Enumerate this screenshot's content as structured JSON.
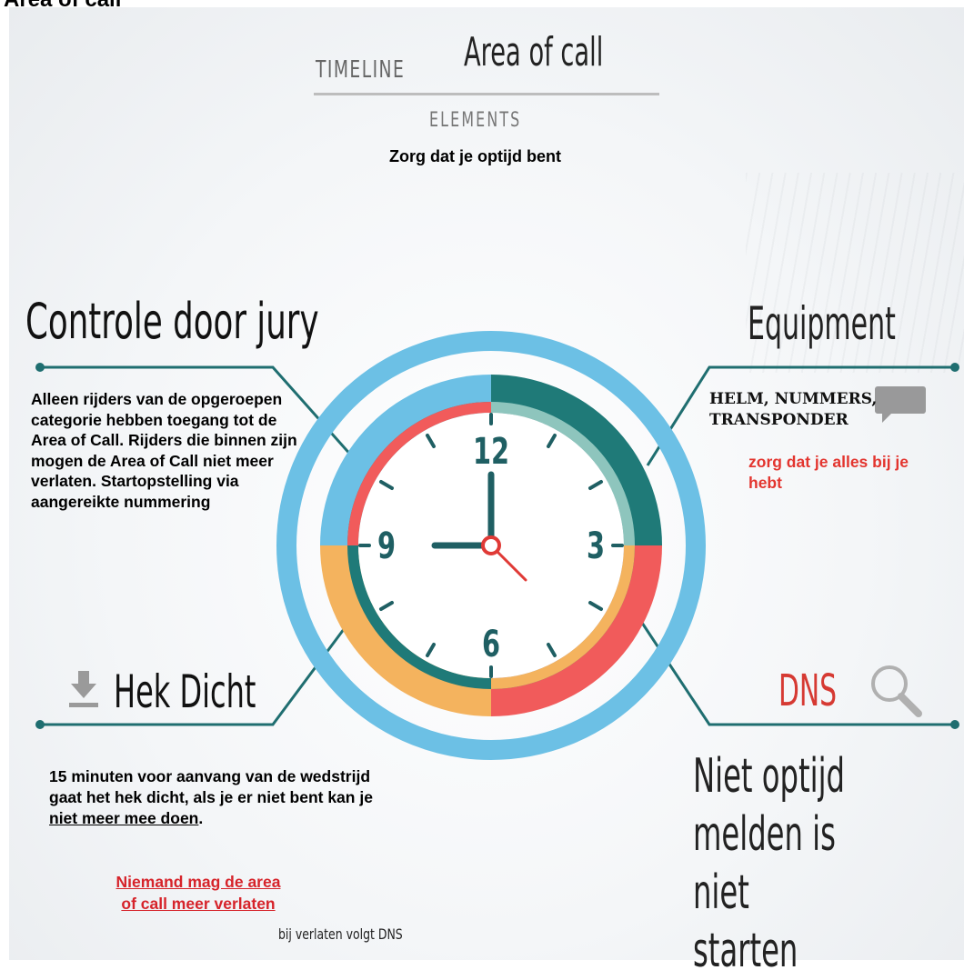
{
  "page_label": "Area of call",
  "header": {
    "timeline": "TIMELINE",
    "title": "Area of call",
    "elements": "ELEMENTS",
    "subtitle": "Zorg dat je optijd bent"
  },
  "sections": {
    "controle": {
      "heading": "Controle door jury",
      "text": "Alleen rijders van de opgeroepen categorie hebben toegang tot de Area of Call. Rijders die binnen zijn mogen de Area of Call niet meer verlaten. Startopstelling via aangereikte nummering"
    },
    "equipment": {
      "heading": "Equipment",
      "items": "HELM, NUMMERS, TRANSPONDER",
      "note": "zorg dat je alles bij je hebt"
    },
    "hek": {
      "heading": "Hek Dicht",
      "text_part1": "15 minuten voor aanvang van de wedstrijd gaat het hek dicht, als je er niet bent kan je",
      "text_underlined": " niet meer mee doen",
      "text_end": ".",
      "warning": "Niemand mag de area of call meer verlaten",
      "warning_note": "bij verlaten volgt DNS"
    },
    "dns": {
      "heading": "DNS",
      "text": "Niet optijd\nmelden is niet\nstarten"
    }
  },
  "clock": {
    "numbers": [
      "12",
      "3",
      "6",
      "9"
    ],
    "time_shown": "9:00"
  },
  "icons": [
    "download-arrow-icon",
    "magnifier-icon",
    "chat-bubble-icon"
  ],
  "colors": {
    "ring_blue": "#6cc0e5",
    "teal": "#1f7a78",
    "light_teal": "#8ec5bd",
    "red": "#f15b5b",
    "orange": "#f4b35e",
    "dns_red": "#d63a33",
    "warning_red": "#d6232a"
  }
}
